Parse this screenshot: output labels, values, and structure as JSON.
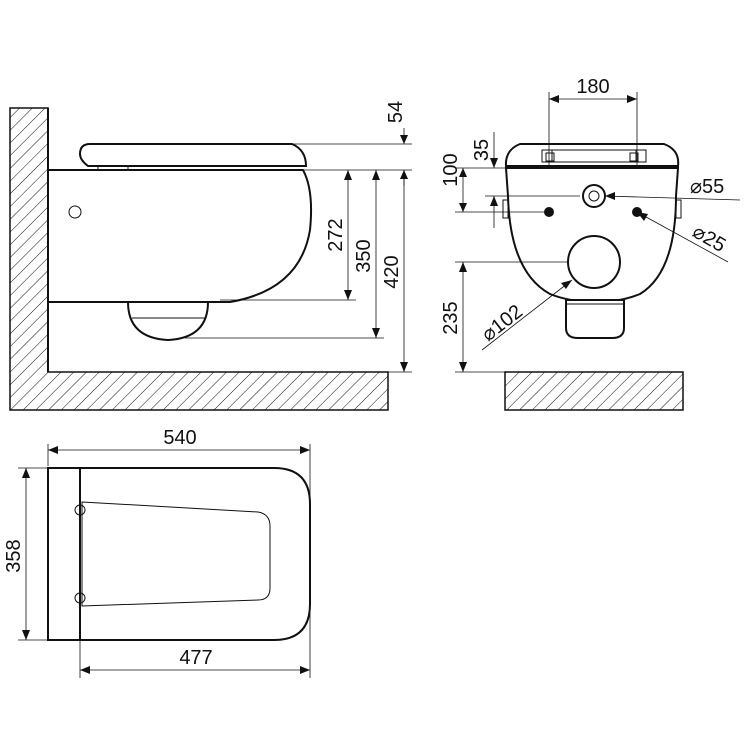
{
  "dimensions": {
    "side_top_gap": "54",
    "side_rim_height": "272",
    "side_outlet_height": "350",
    "side_total_height": "420",
    "front_bolt_spacing": "180",
    "front_top_small": "35",
    "front_top_to_holes": "100",
    "front_inlet_dia": "55",
    "front_bolt_dia": "25",
    "front_outlet_dia": "102",
    "front_outlet_height": "235",
    "top_length_overall": "540",
    "top_width": "358",
    "top_length_bowl": "477"
  },
  "symbols": {
    "diameter": "⌀"
  }
}
